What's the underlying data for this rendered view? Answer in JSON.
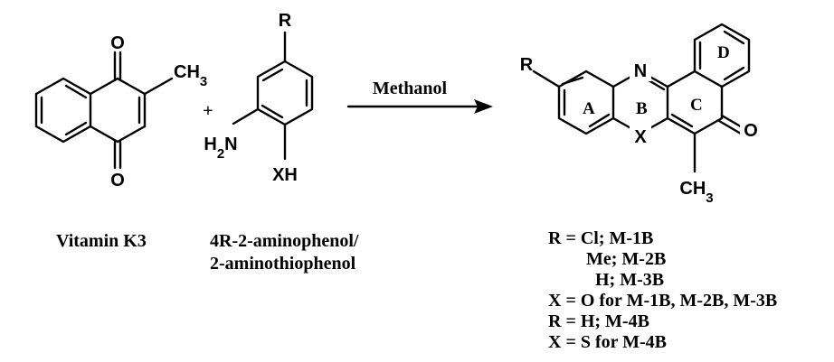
{
  "reactant1": {
    "atoms": {
      "o_top": "O",
      "o_bottom": "O",
      "methyl": "CH3"
    },
    "name": "Vitamin K3"
  },
  "plus": "+",
  "reactant2": {
    "atoms": {
      "r": "R",
      "amine": "H2N",
      "xh": "XH"
    },
    "name_line1": "4R-2-aminophenol/",
    "name_line2": "2-aminothiophenol"
  },
  "arrow": {
    "label": "Methanol"
  },
  "product": {
    "atoms": {
      "r": "R",
      "n": "N",
      "x": "X",
      "o": "O",
      "methyl": "CH3"
    },
    "ring_labels": {
      "a": "A",
      "b": "B",
      "c": "C",
      "d": "D"
    }
  },
  "legend": [
    "R = Cl; M-1B",
    "Me; M-2B",
    "H; M-3B",
    "X = O for M-1B, M-2B, M-3B",
    "R = H; M-4B",
    "X = S for M-4B"
  ]
}
